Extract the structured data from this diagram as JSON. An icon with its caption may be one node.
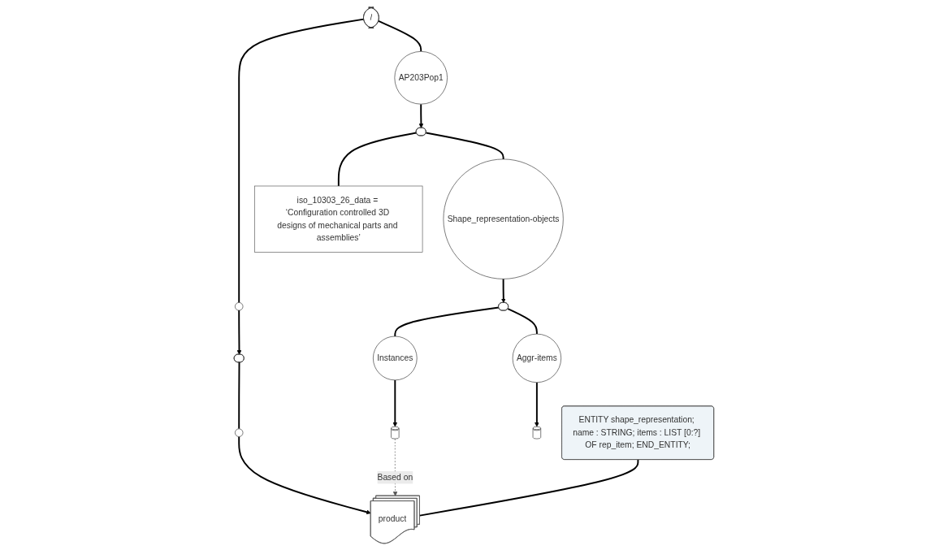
{
  "diagram": {
    "nodes": [
      {
        "text": [
          "/"
        ]
      },
      {
        "text": [],
        "shape": "circle"
      },
      {
        "text": [],
        "shape": "ellipse"
      },
      {
        "text": [],
        "shape": "circle"
      },
      {
        "text": [
          "product"
        ]
      },
      {
        "text": [
          "AP203Pop1"
        ]
      },
      {
        "text": [],
        "shape": "ellipse"
      },
      {
        "text": [
          "iso_10303_26_data = ‘Configuration controlled 3D designs of mechanical parts and assemblies’"
        ]
      },
      {
        "text": [
          "Shape_representation-objects"
        ]
      },
      {
        "text": [],
        "shape": "ellipse"
      },
      {
        "text": [
          "Instances"
        ]
      },
      {
        "text": [
          "Aggr-items"
        ]
      },
      {
        "text": [],
        "shape": "box"
      },
      {
        "text": [],
        "shape": "box"
      },
      {
        "text": [
          "ENTITY shape_representation; name : STRING; items : LIST [0:?] OF rep_item; END_ENTITY;"
        ]
      }
    ],
    "edges": [
      {
        "from": 0,
        "to": 1,
        "arrow": "none"
      },
      {
        "from": 1,
        "to": 2,
        "arrow": "to"
      },
      {
        "from": 2,
        "to": 3,
        "arrow": "none"
      },
      {
        "from": 3,
        "to": 4,
        "arrow": "to"
      },
      {
        "from": 0,
        "to": 5,
        "arrow": "none"
      },
      {
        "from": 5,
        "to": 6,
        "arrow": "to"
      },
      {
        "from": 6,
        "to": 7,
        "arrow": "none"
      },
      {
        "from": 6,
        "to": 8,
        "arrow": "none"
      },
      {
        "from": 8,
        "to": 9,
        "arrow": "to"
      },
      {
        "from": 9,
        "to": 10,
        "arrow": "none"
      },
      {
        "from": 10,
        "to": 12,
        "arrow": "to"
      },
      {
        "from": 9,
        "to": 11,
        "arrow": "none"
      },
      {
        "from": 11,
        "to": 13,
        "arrow": "to"
      },
      {
        "from": 14,
        "to": 4,
        "arrow": "none"
      },
      {
        "from": 12,
        "to": 4,
        "arrow": "to",
        "label": "Based on",
        "style": "dashed"
      }
    ]
  }
}
